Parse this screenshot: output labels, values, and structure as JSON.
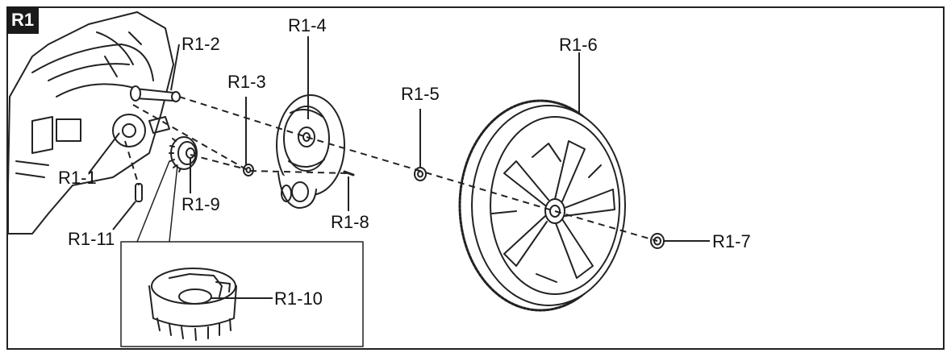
{
  "badge": "R1",
  "labels": {
    "r1_1": "R1-1",
    "r1_2": "R1-2",
    "r1_3": "R1-3",
    "r1_4": "R1-4",
    "r1_5": "R1-5",
    "r1_6": "R1-6",
    "r1_7": "R1-7",
    "r1_8": "R1-8",
    "r1_9": "R1-9",
    "r1_10": "R1-10",
    "r1_11": "R1-11"
  },
  "colors": {
    "line": "#222222",
    "fill": "#ffffff",
    "badge_bg": "#1a1a1a"
  }
}
